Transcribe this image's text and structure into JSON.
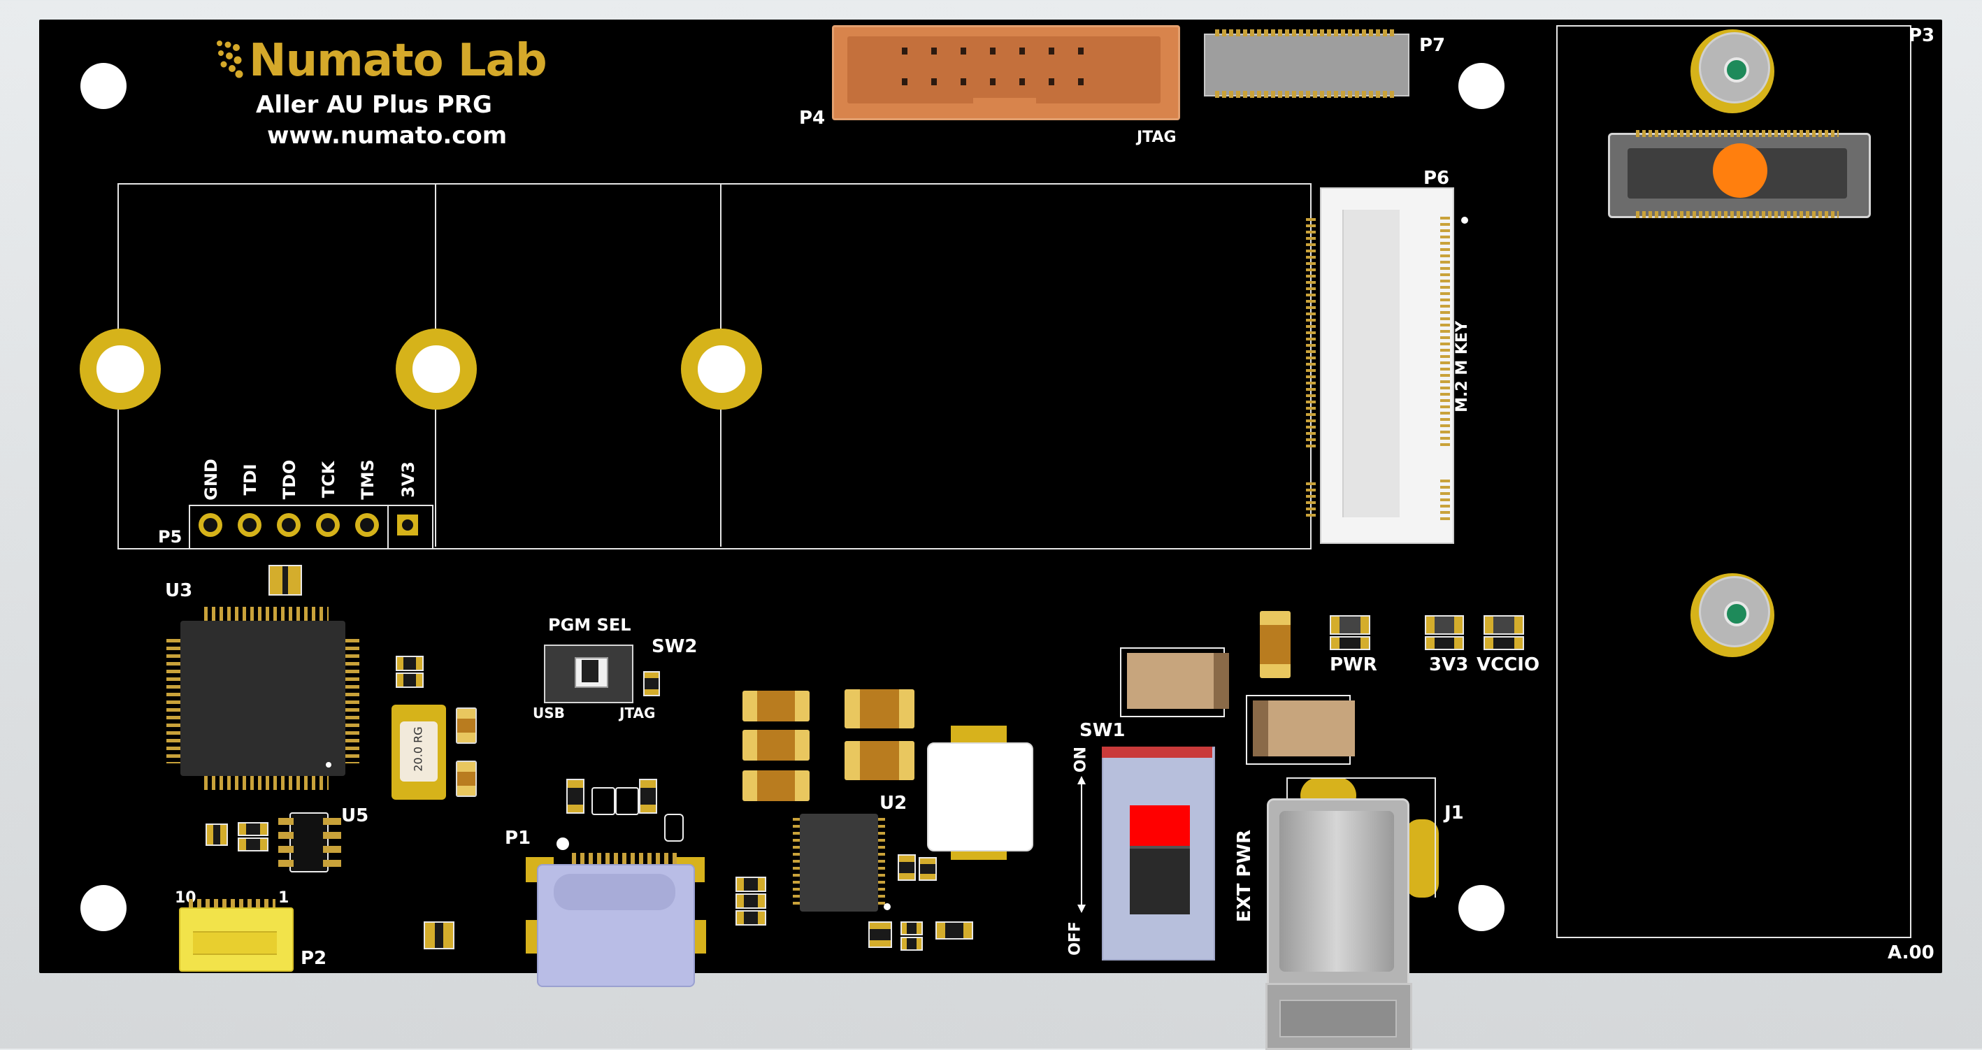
{
  "board": {
    "brand": "Numato Lab",
    "model": "Aller AU Plus PRG",
    "website": "www.numato.com",
    "revision": "A.00",
    "colors": {
      "solder_mask": "#000000",
      "silkscreen": "#ffffff",
      "gold": "#d6b31a",
      "brand_gold": "#d5a92a",
      "led_orange": "#ff7f0e"
    }
  },
  "connectors": {
    "p4": "P4",
    "jtag": "JTAG",
    "p7": "P7",
    "p6": "P6",
    "m2": "M.2 M KEY",
    "p3": "P3",
    "p5": "P5",
    "p1": "P1",
    "p2": "P2",
    "j1": "J1",
    "p2_pin_10": "10",
    "p2_pin_1": "1"
  },
  "jtag_header": {
    "pins": [
      "GND",
      "TDI",
      "TDO",
      "TCK",
      "TMS",
      "3V3"
    ]
  },
  "ics": {
    "u3": "U3",
    "u5": "U5",
    "u2": "U2",
    "crystal": "20.0 RG"
  },
  "switches": {
    "sw2": "SW2",
    "pgm_sel": "PGM SEL",
    "usb": "USB",
    "jtag": "JTAG",
    "sw1": "SW1",
    "on": "ON",
    "off": "OFF",
    "ext_pwr": "EXT PWR"
  },
  "leds": {
    "pwr": "PWR",
    "v3v3": "3V3",
    "vccio": "VCCIO"
  }
}
